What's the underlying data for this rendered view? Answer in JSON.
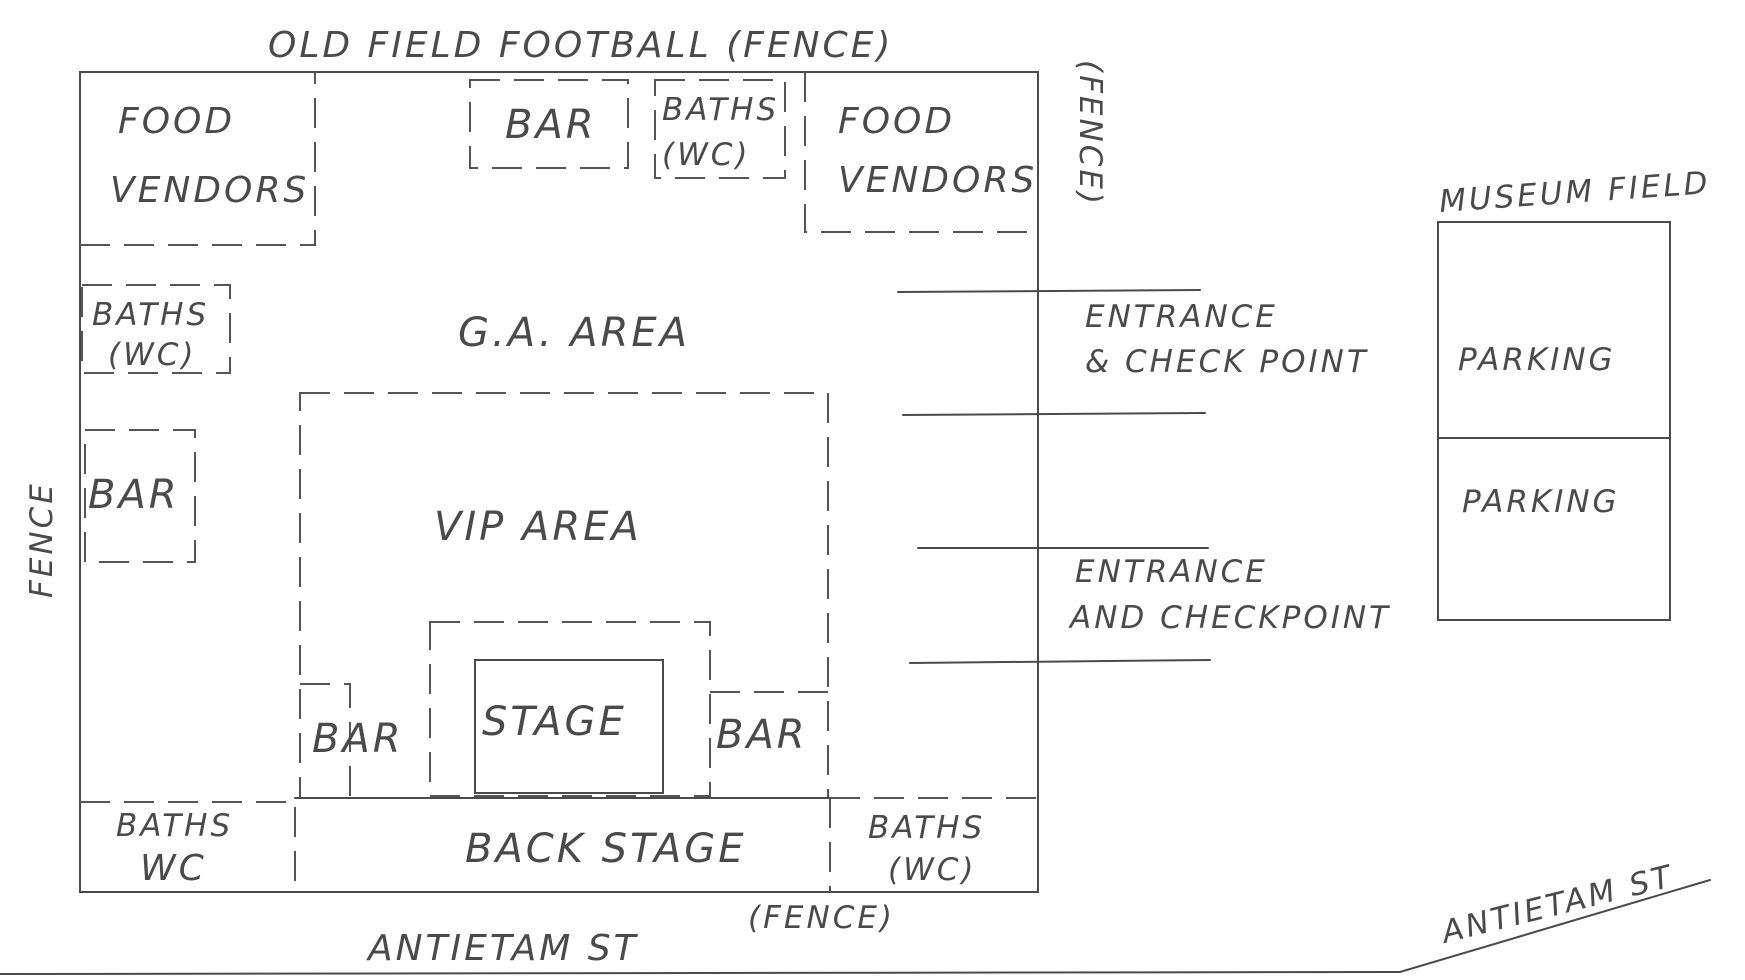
{
  "labels": {
    "top_fence": "OLD FIELD FOOTBALL  (FENCE)",
    "right_fence": "(FENCE)",
    "left_fence": "FENCE",
    "bottom_fence": "(FENCE)",
    "street_bottom": "ANTIETAM ST",
    "street_right": "ANTIETAM ST",
    "museum_field": "MUSEUM FIELD"
  },
  "areas": {
    "food_vendors_left": [
      "FOOD",
      "VENDORS"
    ],
    "bar_top": "BAR",
    "baths_top": [
      "BATHS",
      "(WC)"
    ],
    "food_vendors_right": [
      "FOOD",
      "VENDORS"
    ],
    "baths_left": [
      "BATHS",
      "(WC)"
    ],
    "bar_left": "BAR",
    "ga_area": "G.A. AREA",
    "vip_area": "VIP   AREA",
    "stage": "STAGE",
    "bar_stage_left": "BAR",
    "bar_stage_right": "BAR",
    "back_stage": "BACK STAGE",
    "baths_bottom_left": [
      "BATHS",
      "WC"
    ],
    "baths_bottom_right": [
      "BATHS",
      "(WC)"
    ],
    "entrance_1": [
      "ENTRANCE",
      "& CHECK POINT"
    ],
    "entrance_2": [
      "ENTRANCE",
      "AND CHECKPOINT"
    ],
    "parking_1": "PARKING",
    "parking_2": "PARKING"
  }
}
